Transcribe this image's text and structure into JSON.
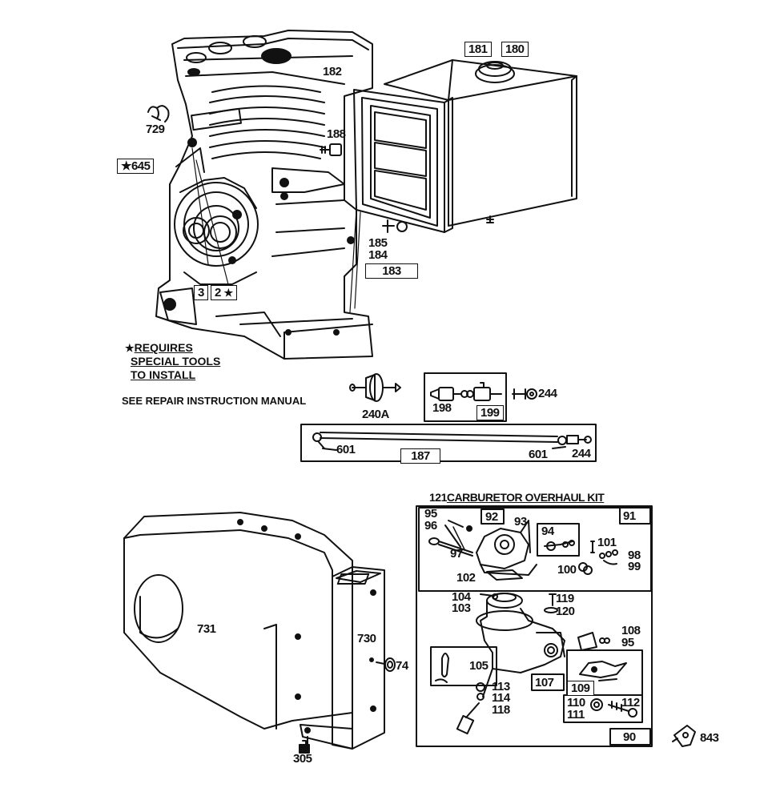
{
  "notes": {
    "star": "★",
    "line1": "REQUIRES",
    "line2": "SPECIAL TOOLS",
    "line3": "TO INSTALL",
    "manual": "SEE REPAIR INSTRUCTION MANUAL"
  },
  "kit_title": "CARBURETOR OVERHAUL KIT",
  "labels": {
    "p182": "182",
    "p181": "181",
    "p180": "180",
    "p188": "188",
    "p729": "729",
    "p645": "645",
    "p185": "185",
    "p184": "184",
    "p183": "183",
    "p3": "3",
    "p2": "2",
    "p2star": "★",
    "p240a": "240A",
    "p198": "198",
    "p199": "199",
    "p244a": "244",
    "p601a": "601",
    "p187": "187",
    "p601b": "601",
    "p244b": "244",
    "p121": "121",
    "p91": "91",
    "p95a": "95",
    "p96": "96",
    "p97": "97",
    "p92": "92",
    "p93": "93",
    "p94": "94",
    "p101": "101",
    "p98": "98",
    "p99": "99",
    "p100": "100",
    "p102": "102",
    "p104": "104",
    "p103": "103",
    "p119": "119",
    "p120": "120",
    "p108": "108",
    "p95b": "95",
    "p105": "105",
    "p107": "107",
    "p109": "109",
    "p113": "113",
    "p114": "114",
    "p118": "118",
    "p110": "110",
    "p112": "112",
    "p111": "111",
    "p90": "90",
    "p731": "731",
    "p730": "730",
    "p74": "74",
    "p305": "305",
    "p843": "843"
  },
  "colors": {
    "ink": "#111111",
    "paper": "#ffffff"
  }
}
